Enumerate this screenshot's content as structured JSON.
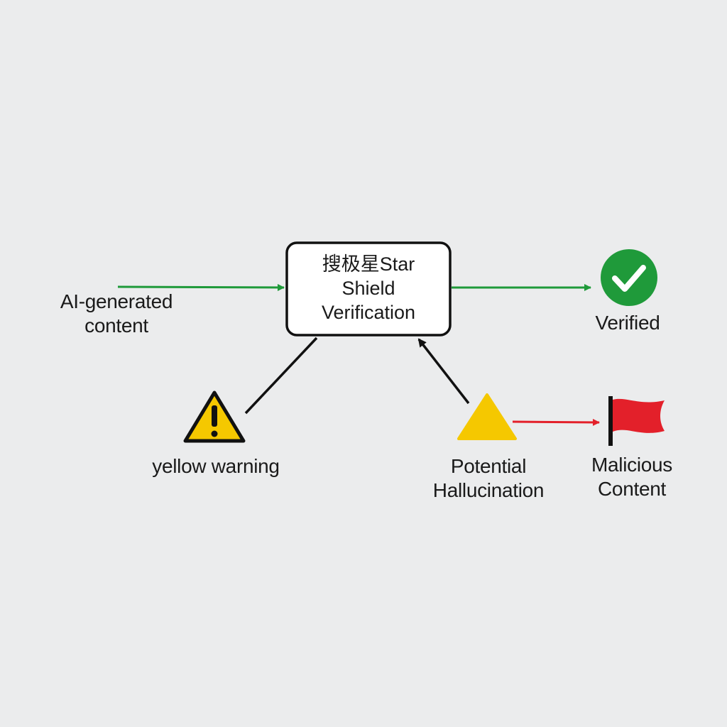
{
  "colors": {
    "background": "#ebeced",
    "green": "#1f9a3a",
    "red": "#e3202a",
    "yellow": "#f5c800",
    "dark": "#111111"
  },
  "center_box": {
    "lines": [
      "搜极星Star",
      "Shield",
      "Verification"
    ]
  },
  "input": {
    "lines": [
      "AI-generated",
      "content"
    ]
  },
  "verified": {
    "label": "Verified",
    "icon": "check-circle-icon"
  },
  "yellow_warning": {
    "label": "yellow warning",
    "icon": "warning-triangle-icon"
  },
  "hallucination": {
    "lines": [
      "Potential",
      "Hallucination"
    ],
    "icon": "yellow-triangle-icon"
  },
  "malicious": {
    "lines": [
      "Malicious",
      "Content"
    ],
    "icon": "red-flag-icon"
  }
}
